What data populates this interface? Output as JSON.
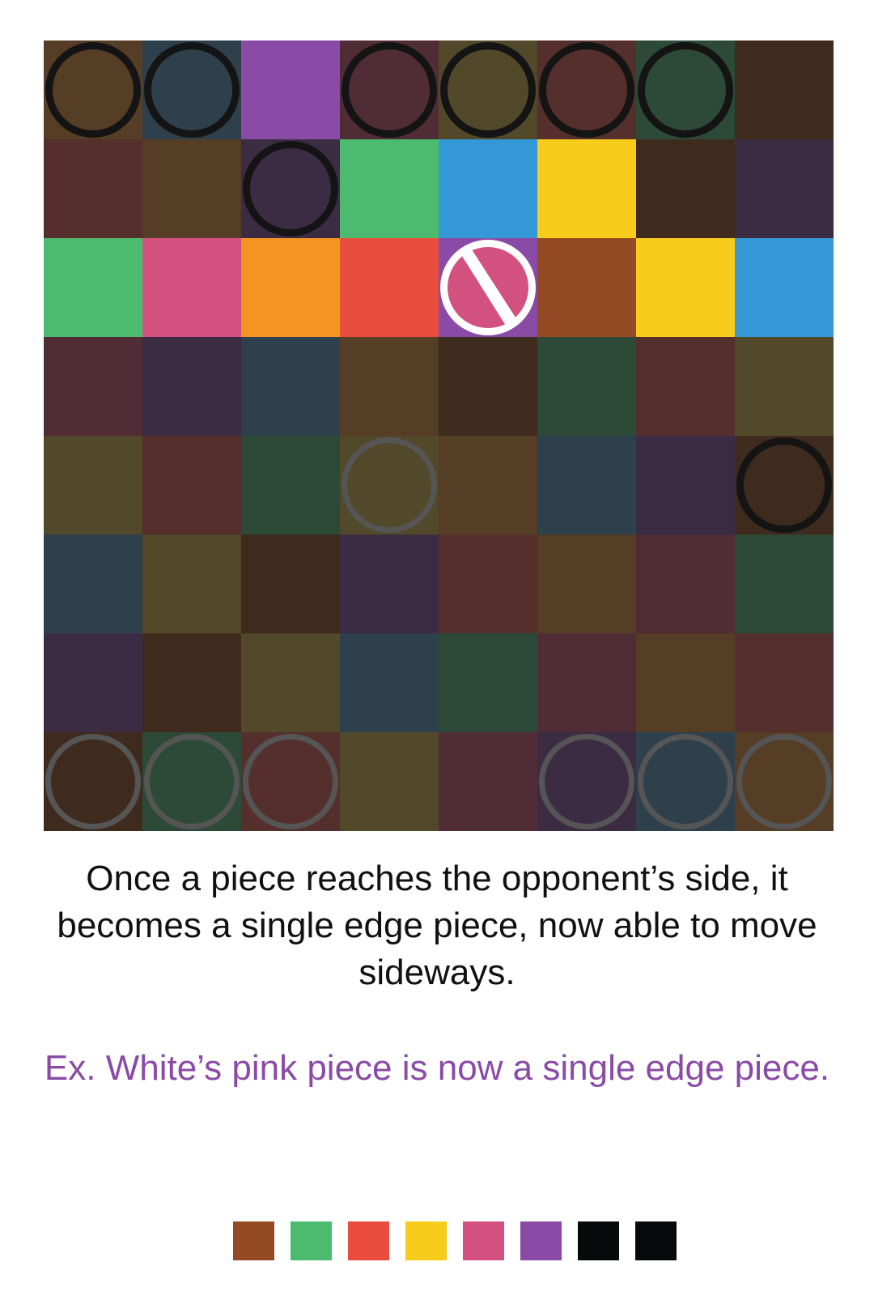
{
  "board": {
    "rows": [
      [
        {
          "color": "#563d25",
          "piece": "black"
        },
        {
          "color": "#2e404b",
          "piece": "black"
        },
        {
          "color": "#8a4ba6",
          "piece": null
        },
        {
          "color": "#502c37",
          "piece": "black"
        },
        {
          "color": "#52482a",
          "piece": "black"
        },
        {
          "color": "#552f2b",
          "piece": "black"
        },
        {
          "color": "#2c4a37",
          "piece": "black"
        },
        {
          "color": "#3e2b1d",
          "piece": null
        }
      ],
      [
        {
          "color": "#552f2b",
          "piece": null
        },
        {
          "color": "#563d25",
          "piece": null
        },
        {
          "color": "#3c2c43",
          "piece": "black"
        },
        {
          "color": "#4cba6f",
          "piece": null
        },
        {
          "color": "#3498d6",
          "piece": null
        },
        {
          "color": "#f7cc1a",
          "piece": null
        },
        {
          "color": "#3e2b1d",
          "piece": null
        },
        {
          "color": "#3c2c43",
          "piece": null
        }
      ],
      [
        {
          "color": "#4cba6f",
          "piece": null
        },
        {
          "color": "#d2517f",
          "piece": null
        },
        {
          "color": "#f59422",
          "piece": null
        },
        {
          "color": "#e74c3c",
          "piece": null
        },
        {
          "color": "#8a4ba6",
          "piece": "edge-pink"
        },
        {
          "color": "#944b23",
          "piece": null
        },
        {
          "color": "#f7cc1a",
          "piece": null
        },
        {
          "color": "#3498d6",
          "piece": null
        }
      ],
      [
        {
          "color": "#502c37",
          "piece": null
        },
        {
          "color": "#3c2c43",
          "piece": null
        },
        {
          "color": "#2e404b",
          "piece": null
        },
        {
          "color": "#563d25",
          "piece": null
        },
        {
          "color": "#3e2b1d",
          "piece": null
        },
        {
          "color": "#2c4a37",
          "piece": null
        },
        {
          "color": "#552f2b",
          "piece": null
        },
        {
          "color": "#52482a",
          "piece": null
        }
      ],
      [
        {
          "color": "#52482a",
          "piece": null
        },
        {
          "color": "#552f2b",
          "piece": null
        },
        {
          "color": "#2c4a37",
          "piece": null
        },
        {
          "color": "#52482a",
          "piece": "white"
        },
        {
          "color": "#563d25",
          "piece": null
        },
        {
          "color": "#2e404b",
          "piece": null
        },
        {
          "color": "#3c2c43",
          "piece": null
        },
        {
          "color": "#3e2b1d",
          "piece": "black"
        }
      ],
      [
        {
          "color": "#2e404b",
          "piece": null
        },
        {
          "color": "#52482a",
          "piece": null
        },
        {
          "color": "#3e2b1d",
          "piece": null
        },
        {
          "color": "#3c2c43",
          "piece": null
        },
        {
          "color": "#552f2b",
          "piece": null
        },
        {
          "color": "#563d25",
          "piece": null
        },
        {
          "color": "#502c37",
          "piece": null
        },
        {
          "color": "#2c4a37",
          "piece": null
        }
      ],
      [
        {
          "color": "#3c2c43",
          "piece": null
        },
        {
          "color": "#3e2b1d",
          "piece": null
        },
        {
          "color": "#52482a",
          "piece": null
        },
        {
          "color": "#2e404b",
          "piece": null
        },
        {
          "color": "#2c4a37",
          "piece": null
        },
        {
          "color": "#502c37",
          "piece": null
        },
        {
          "color": "#563d25",
          "piece": null
        },
        {
          "color": "#552f2b",
          "piece": null
        }
      ],
      [
        {
          "color": "#3e2b1d",
          "piece": "white"
        },
        {
          "color": "#2c4a37",
          "piece": "white"
        },
        {
          "color": "#552f2b",
          "piece": "white"
        },
        {
          "color": "#52482a",
          "piece": null
        },
        {
          "color": "#502c37",
          "piece": null
        },
        {
          "color": "#3c2c43",
          "piece": "white"
        },
        {
          "color": "#2e404b",
          "piece": "white"
        },
        {
          "color": "#563d25",
          "piece": "white"
        }
      ]
    ]
  },
  "pieces": {
    "black_ring_color": "#141414",
    "white_ring_color": "#555555",
    "edge_piece_fill": "#d2517f",
    "edge_piece_border": "#ffffff"
  },
  "text": {
    "caption": "Once a piece reaches the opponent’s side, it becomes a single edge piece, now able to move sideways.",
    "example": "Ex. White’s pink piece is now a single edge piece."
  },
  "legend": {
    "swatches": [
      "#944b23",
      "#4cba6f",
      "#e74c3c",
      "#f7cc1a",
      "#d2517f",
      "#8a4ba6",
      "#08090b",
      "#08090b"
    ]
  }
}
